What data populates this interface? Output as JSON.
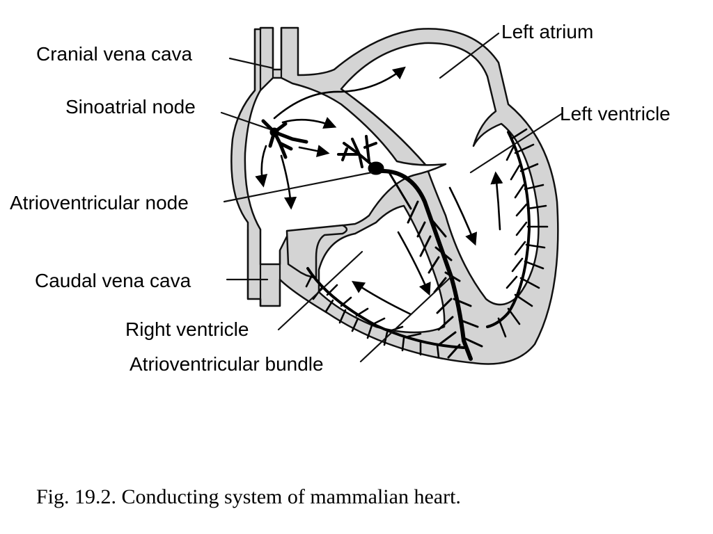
{
  "labels": {
    "cranial_vena_cava": "Cranial vena cava",
    "sinoatrial_node": "Sinoatrial node",
    "atrioventricular_node": "Atrioventricular node",
    "caudal_vena_cava": "Caudal vena cava",
    "right_ventricle": "Right ventricle",
    "atrioventricular_bundle": "Atrioventricular bundle",
    "left_atrium": "Left atrium",
    "left_ventricle": "Left ventricle"
  },
  "caption": "Fig. 19.2. Conducting system of mammalian heart.",
  "colors": {
    "wall": "#d4d4d4",
    "outline": "#111111",
    "conducting_tissue": "#000000",
    "background": "#ffffff"
  }
}
